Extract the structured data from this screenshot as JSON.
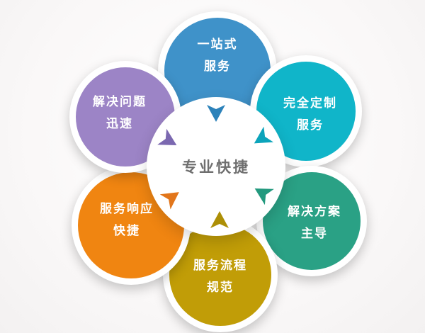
{
  "center": {
    "label": "专业快捷",
    "text_color": "#6f6f6f"
  },
  "nodes": [
    {
      "name": "one-stop-service",
      "line1": "一站式",
      "line2": "服务",
      "color": "#3f92c9"
    },
    {
      "name": "fully-customized-service",
      "line1": "完全定制",
      "line2": "服务",
      "color": "#10b5c9"
    },
    {
      "name": "solution-led",
      "line1": "解决方案",
      "line2": "主导",
      "color": "#2aa185"
    },
    {
      "name": "standard-service-process",
      "line1": "服务流程",
      "line2": "规范",
      "color": "#c19d07"
    },
    {
      "name": "fast-service-response",
      "line1": "服务响应",
      "line2": "快捷",
      "color": "#f08511"
    },
    {
      "name": "quick-problem-solving",
      "line1": "解决问题",
      "line2": "迅速",
      "color": "#9c84c6"
    }
  ],
  "arrows": [
    {
      "from": "one-stop-service",
      "direction": "down",
      "color": "#2c82ba"
    },
    {
      "from": "fully-customized-service",
      "direction": "down-left",
      "color": "#0ca4bb"
    },
    {
      "from": "solution-led",
      "direction": "up-left",
      "color": "#23997e"
    },
    {
      "from": "standard-service-process",
      "direction": "up",
      "color": "#ad8f06"
    },
    {
      "from": "fast-service-response",
      "direction": "up-right",
      "color": "#e2761b"
    },
    {
      "from": "quick-problem-solving",
      "direction": "down-right",
      "color": "#7b68b0"
    }
  ]
}
